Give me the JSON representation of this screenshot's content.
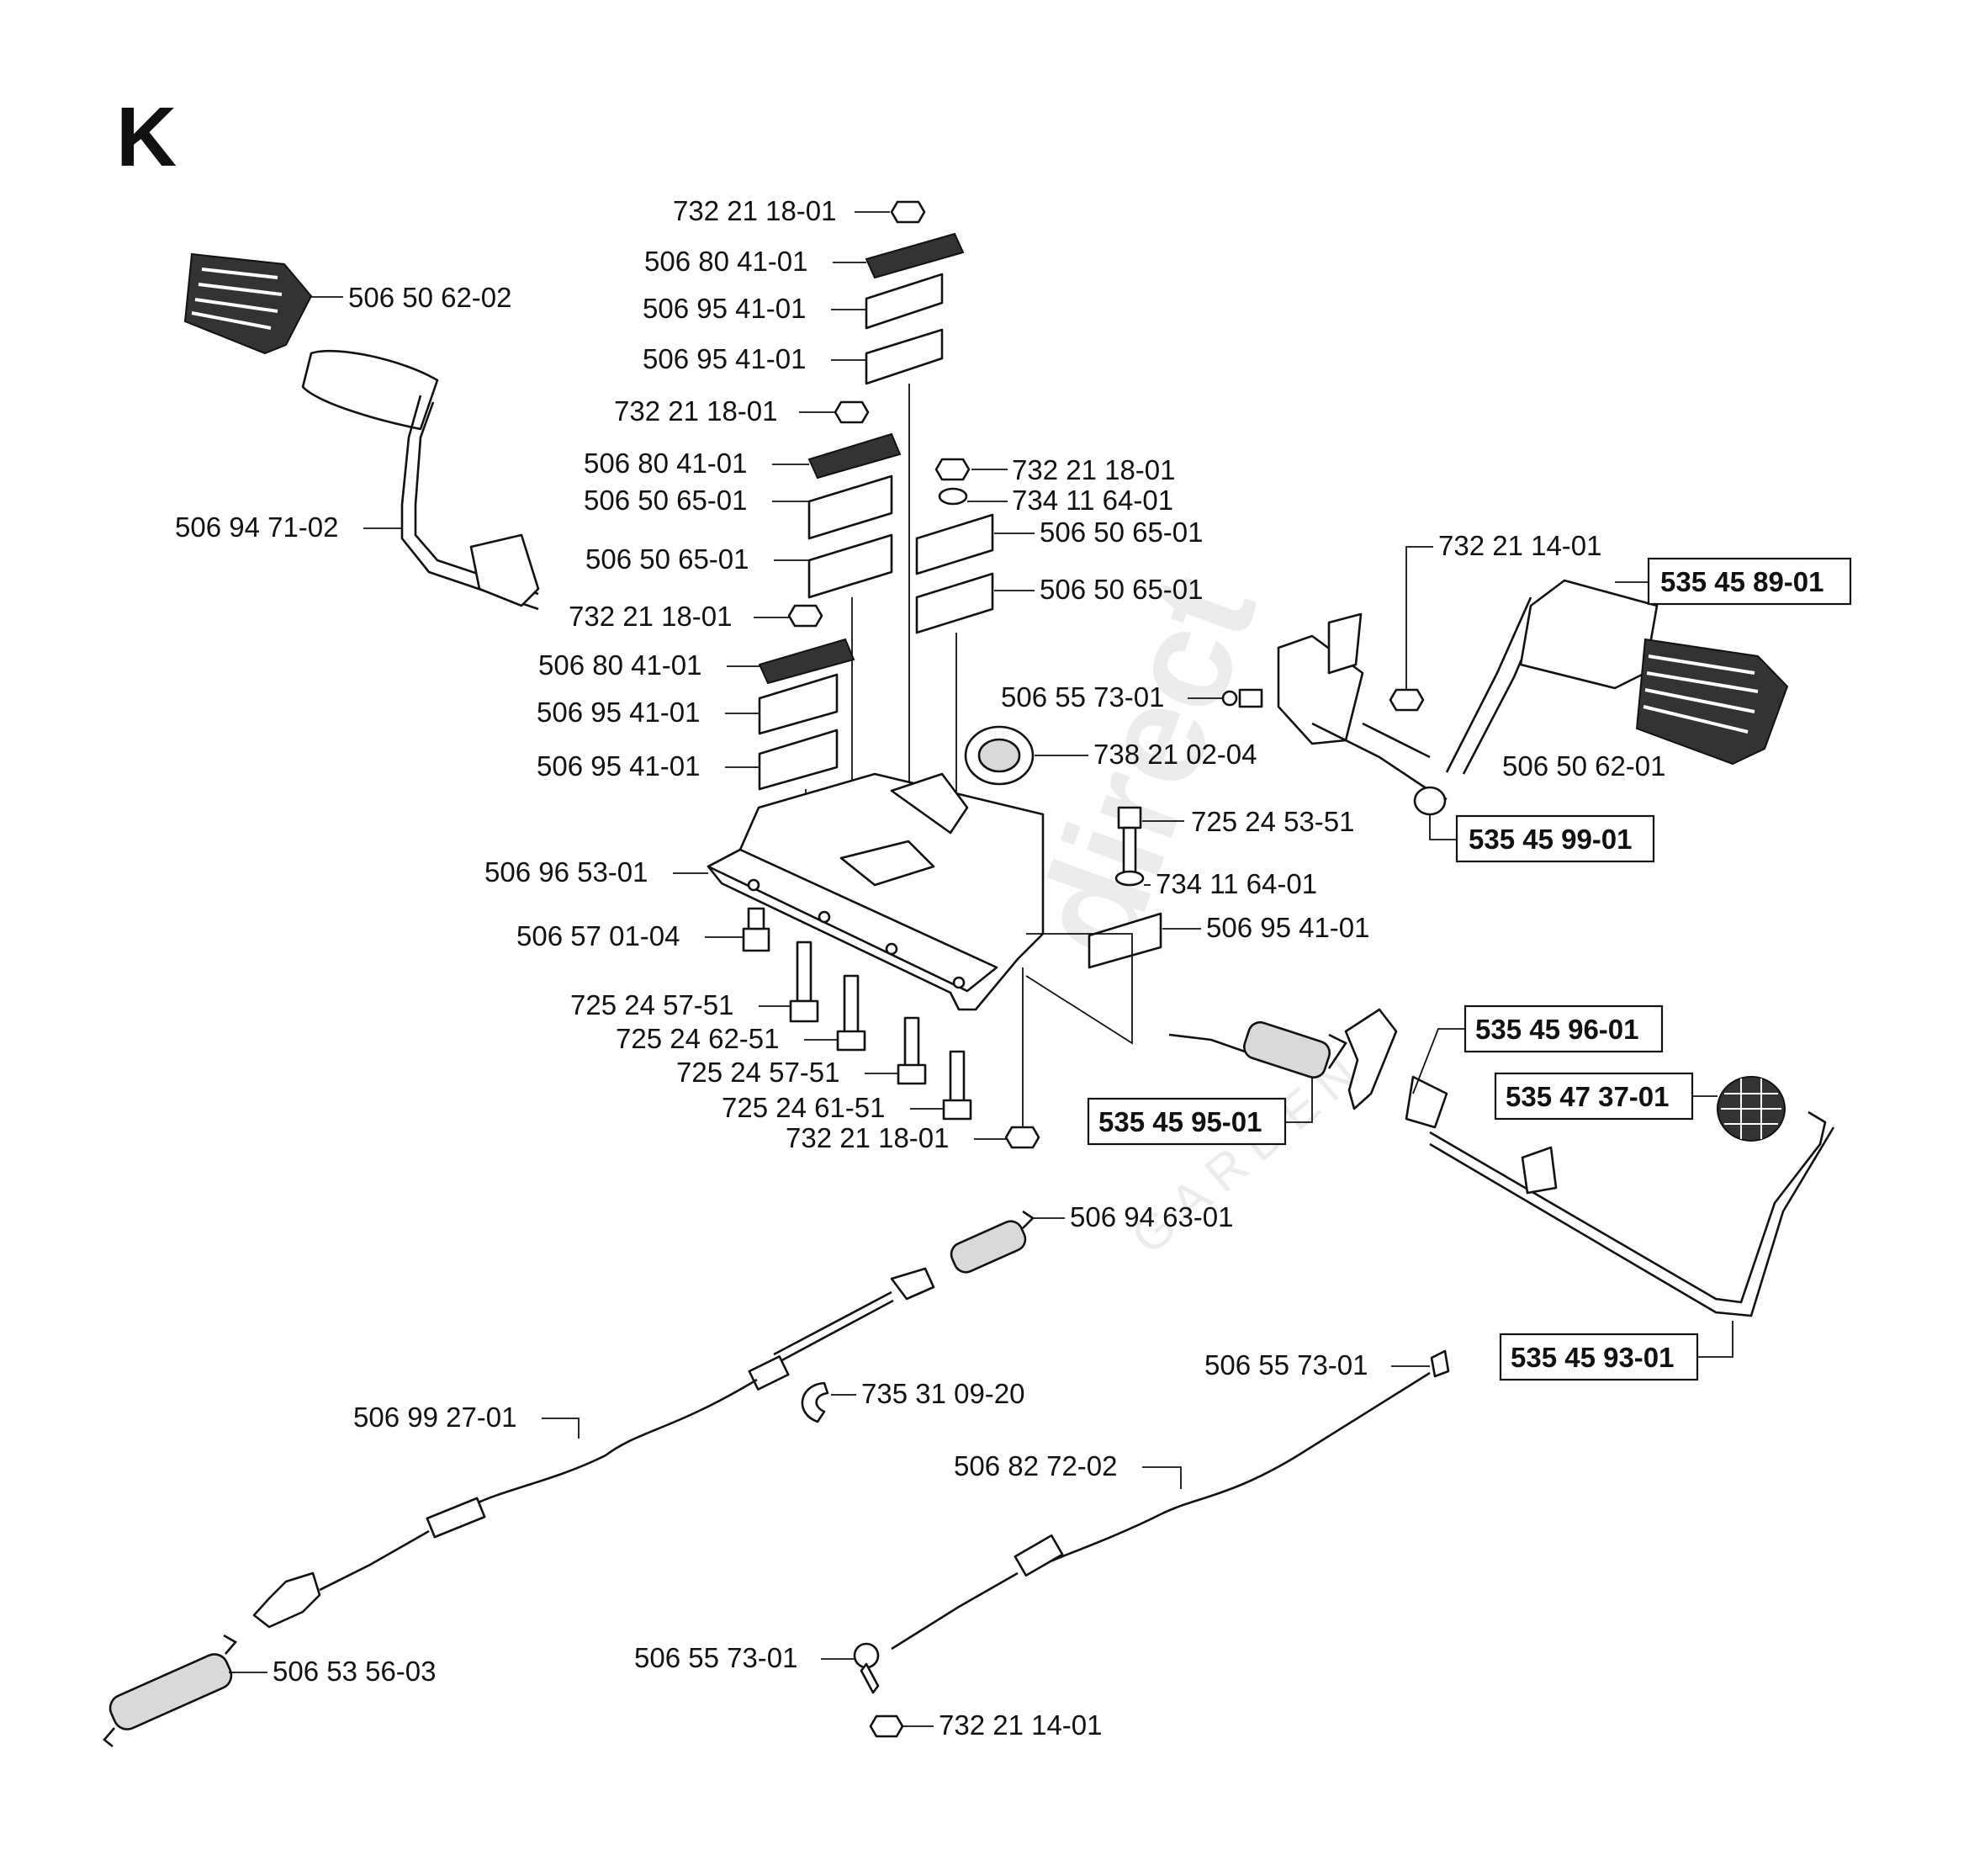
{
  "section_letter": "K",
  "watermark": {
    "brand": "direct",
    "sub": "GARDEN"
  },
  "labels": {
    "nut_top_1": "732 21 18-01",
    "plate_top_1": "506 80 41-01",
    "block_top_1a": "506 95 41-01",
    "block_top_1b": "506 95 41-01",
    "pedal_pad_left": "506 50 62-02",
    "nut_top_2": "732 21 18-01",
    "plate_top_2": "506 80 41-01",
    "block_mid_2a": "506 50 65-01",
    "block_mid_2b": "506 50 65-01",
    "pedal_arm_left": "506 94 71-02",
    "nut_right_3": "732 21 18-01",
    "washer_right_3": "734 11 64-01",
    "block_right_3a": "506 50 65-01",
    "block_right_3b": "506 50 65-01",
    "nut_lock_right": "732 21 14-01",
    "pedal_right_box": "535 45 89-01",
    "nut_left_4": "732 21 18-01",
    "plate_left_4": "506 80 41-01",
    "block_left_4a": "506 95 41-01",
    "block_left_4b": "506 95 41-01",
    "bolt_pivot": "506 55 73-01",
    "bushing": "738 21 02-04",
    "pedal_pad_right": "506 50 62-01",
    "shaft_right_box": "535 45 99-01",
    "bolt_725_53": "725 24 53-51",
    "washer_734_b": "734 11 64-01",
    "block_single": "506 95 41-01",
    "base_plate": "506 96 53-01",
    "bolt_flange": "506 57 01-04",
    "bolt_57_a": "725 24 57-51",
    "bolt_62": "725 24 62-51",
    "bolt_57_b": "725 24 57-51",
    "bolt_61": "725 24 61-51",
    "nut_bottom": "732 21 18-01",
    "spring_box": "535 45 95-01",
    "bracket_box": "535 45 96-01",
    "knob_box": "535 47 37-01",
    "rod_box": "535 45 93-01",
    "spring_small": "506 94 63-01",
    "clip": "735 31 09-20",
    "cable_left": "506 99 27-01",
    "balljoint_top": "506 55 73-01",
    "cable_right": "506 82 72-02",
    "spring_large": "506 53 56-03",
    "balljoint_bottom": "506 55 73-01",
    "nut_bottom_right": "732 21 14-01"
  }
}
